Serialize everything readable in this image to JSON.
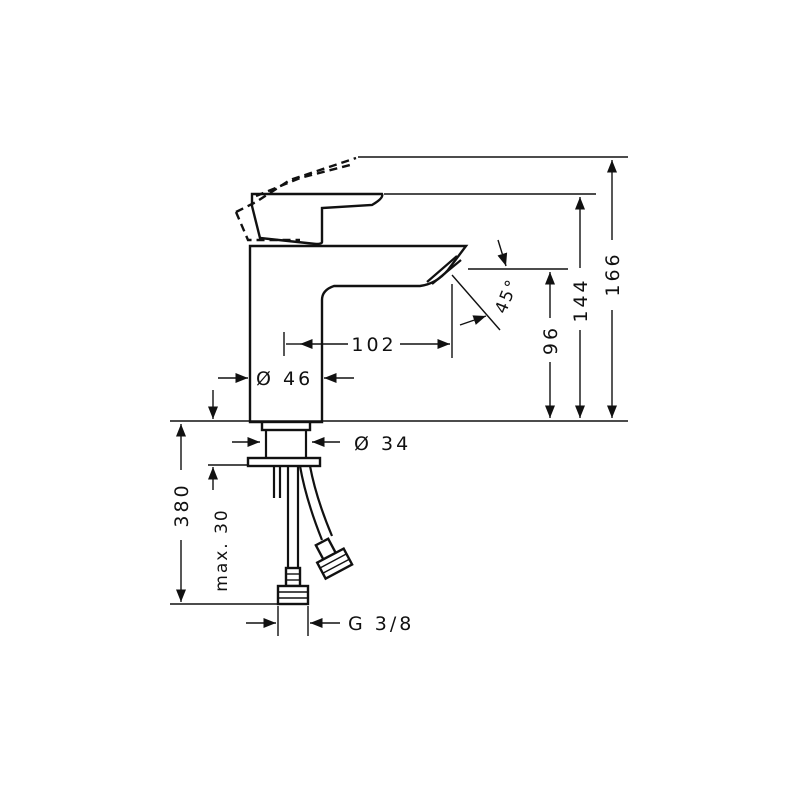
{
  "dimensions": {
    "height_total": "166",
    "height_lever": "144",
    "height_spout": "96",
    "spout_reach": "102",
    "spray_angle": "45°",
    "body_diameter": "Ø 46",
    "shank_diameter": "Ø 34",
    "hose_length": "380",
    "max_deck": "max. 30",
    "thread": "G 3/8"
  }
}
